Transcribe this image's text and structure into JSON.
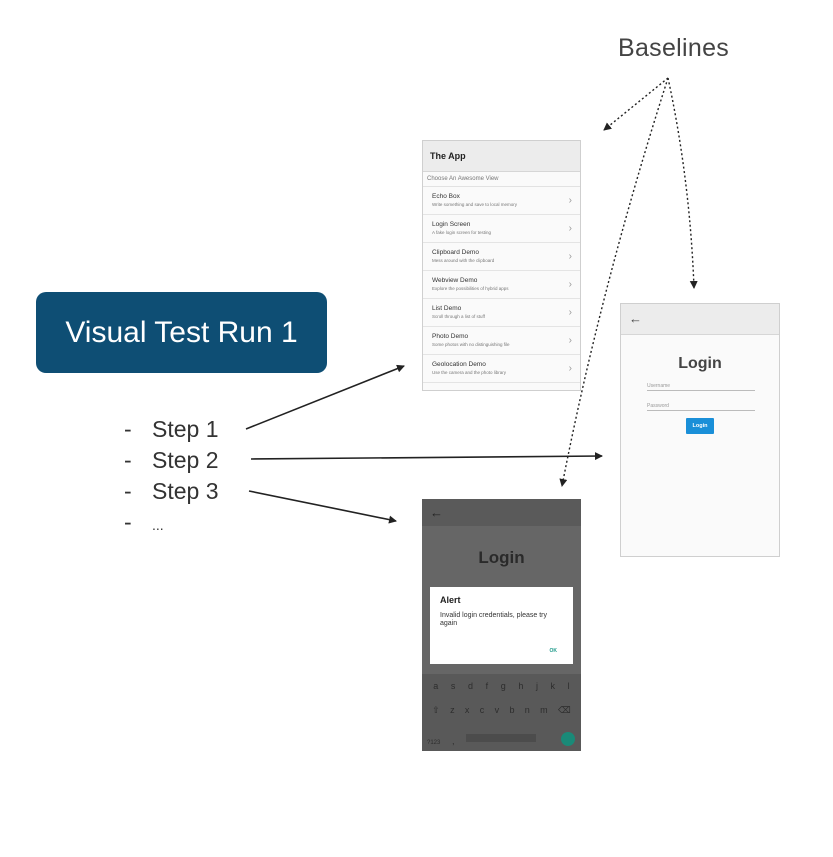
{
  "baselines_label": "Baselines",
  "run_label": "Visual Test Run 1",
  "steps": [
    {
      "dash": "-",
      "label": "Step 1"
    },
    {
      "dash": "-",
      "label": "Step 2"
    },
    {
      "dash": "-",
      "label": "Step 3"
    },
    {
      "dash": "-",
      "label": "..."
    }
  ],
  "screen_app": {
    "title": "The App",
    "hint": "Choose An Awesome View",
    "items": [
      {
        "title": "Echo Box",
        "subtitle": "Write something and save to local memory"
      },
      {
        "title": "Login Screen",
        "subtitle": "A fake login screen for testing"
      },
      {
        "title": "Clipboard Demo",
        "subtitle": "Mess around with the clipboard"
      },
      {
        "title": "Webview Demo",
        "subtitle": "Explore the possibilities of hybrid apps"
      },
      {
        "title": "List Demo",
        "subtitle": "Scroll through a list of stuff"
      },
      {
        "title": "Photo Demo",
        "subtitle": "Some photos with no distinguishing file"
      },
      {
        "title": "Geolocation Demo",
        "subtitle": "Use the camera and the photo library"
      }
    ],
    "chevron": "›"
  },
  "screen_login": {
    "back": "←",
    "title": "Login",
    "username_placeholder": "Username",
    "password_placeholder": "Password",
    "button": "Login"
  },
  "screen_alert": {
    "back": "←",
    "title": "Login",
    "alert_title": "Alert",
    "alert_message": "Invalid login credentials, please try again",
    "ok": "OK",
    "keyboard_row1": [
      "a",
      "s",
      "d",
      "f",
      "g",
      "h",
      "j",
      "k",
      "l"
    ],
    "keyboard_row2": [
      "⇧",
      "z",
      "x",
      "c",
      "v",
      "b",
      "n",
      "m",
      "⌫"
    ],
    "comma": ",",
    "numkey": "?123"
  },
  "colors": {
    "run_box": "#0e4e74",
    "login_button": "#1a8fd8",
    "ok_accent": "#1e9a8a"
  }
}
